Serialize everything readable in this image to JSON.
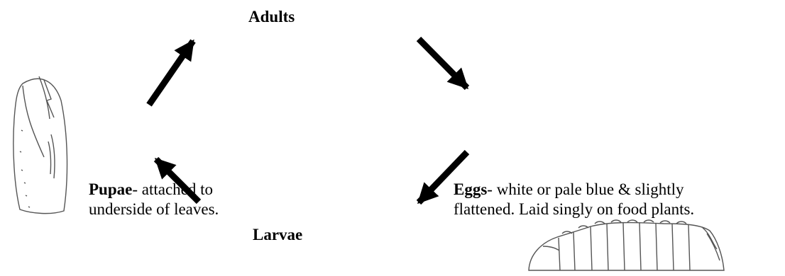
{
  "stages": {
    "adults": {
      "name": "Adults"
    },
    "eggs": {
      "name": "Eggs",
      "line1": "- white or pale blue & slightly",
      "line2": "flattened. Laid singly on food plants."
    },
    "larvae": {
      "name": "Larvae"
    },
    "pupae": {
      "name": "Pupae",
      "line1": "- attached to",
      "line2": "underside of leaves."
    }
  },
  "illustrations": {
    "pupa": "pupa-drawing",
    "larva": "larva-drawing"
  },
  "colors": {
    "arrow": "#000000",
    "sketch": "#555555"
  }
}
